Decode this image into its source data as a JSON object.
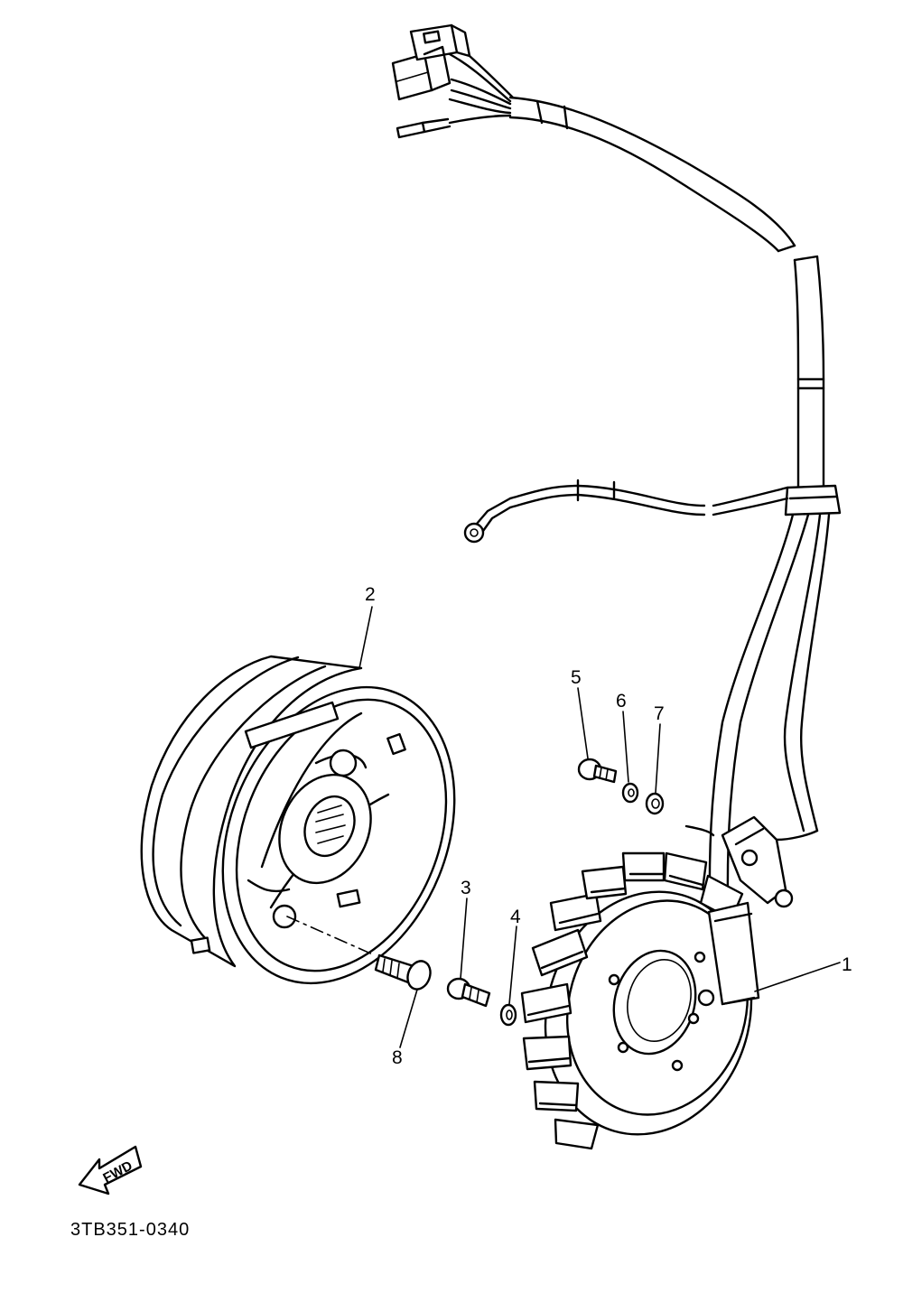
{
  "diagram": {
    "part_code": "3TB351-0340",
    "direction_label": "FWD",
    "callouts": [
      {
        "id": "1",
        "label": "1"
      },
      {
        "id": "2",
        "label": "2"
      },
      {
        "id": "3",
        "label": "3"
      },
      {
        "id": "4",
        "label": "4"
      },
      {
        "id": "5",
        "label": "5"
      },
      {
        "id": "6",
        "label": "6"
      },
      {
        "id": "7",
        "label": "7"
      },
      {
        "id": "8",
        "label": "8"
      }
    ]
  }
}
